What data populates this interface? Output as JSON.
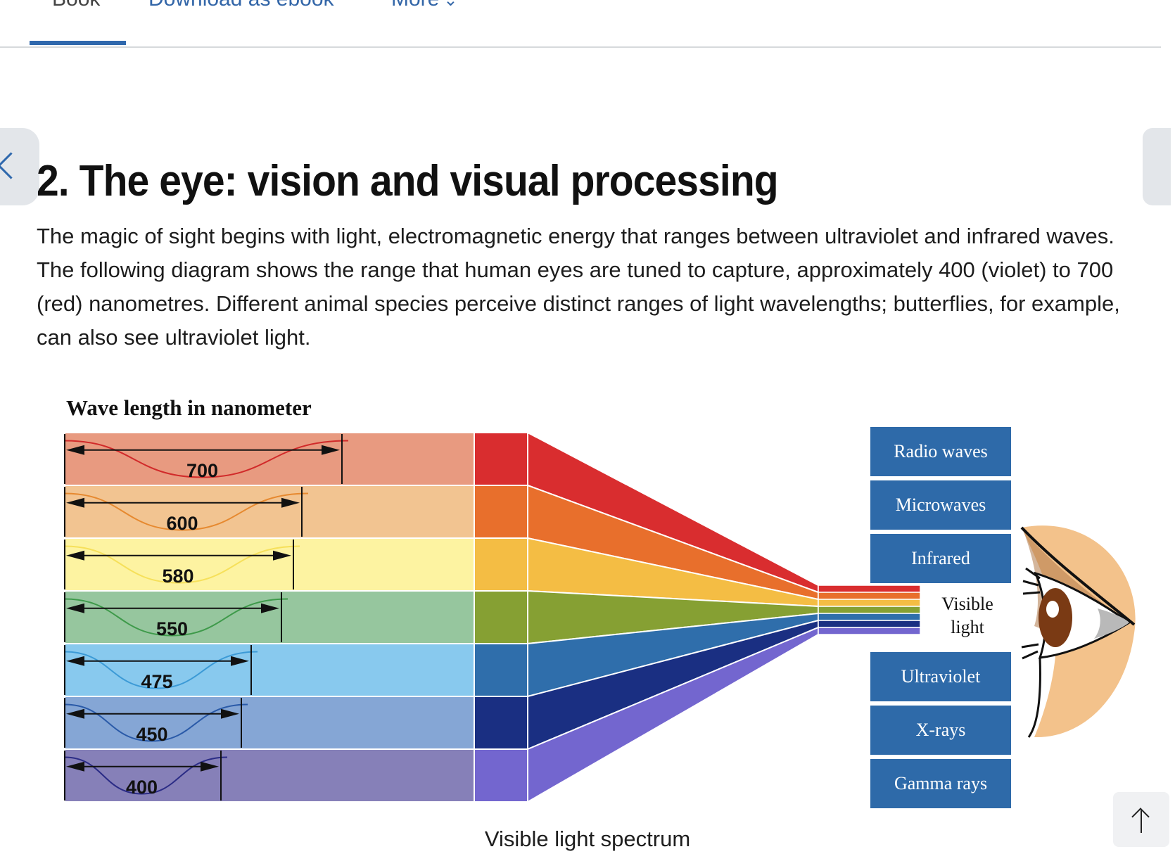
{
  "nav": {
    "items": [
      "Book",
      "Download as ebook",
      "More"
    ],
    "active_index": 0
  },
  "section": {
    "title": "2. The eye: vision and visual processing",
    "intro": "The magic of sight begins with light, electromagnetic energy that ranges between ultraviolet and infrared waves. The following diagram shows the range that human eyes are tuned to capture, approximately 400 (violet) to 700 (red) nanometres. Different animal species perceive distinct ranges of light wavelengths; butterflies, for example, can also see ultraviolet light."
  },
  "figure": {
    "heading": "Wave length in nanometer",
    "caption": "Visible light spectrum",
    "bands": [
      {
        "value": "700",
        "light": "#e89a80",
        "solid": "#d92d2f",
        "wave": "#d12a2a"
      },
      {
        "value": "600",
        "light": "#f2c491",
        "solid": "#e86f2c",
        "wave": "#e6892f"
      },
      {
        "value": "580",
        "light": "#fdf3a1",
        "solid": "#f4bd44",
        "wave": "#f6e05a"
      },
      {
        "value": "550",
        "light": "#96c69e",
        "solid": "#86a033",
        "wave": "#3e9a4a"
      },
      {
        "value": "475",
        "light": "#88c9ee",
        "solid": "#2f6eab",
        "wave": "#3c9ad6"
      },
      {
        "value": "450",
        "light": "#85a6d5",
        "solid": "#1a2f82",
        "wave": "#2a5aa8"
      },
      {
        "value": "400",
        "light": "#8680b8",
        "solid": "#7366cf",
        "wave": "#2b2c86"
      }
    ],
    "spectrum_boxes": [
      "Radio waves",
      "Microwaves",
      "Infrared",
      "Ultraviolet",
      "X-rays",
      "Gamma rays"
    ],
    "visible_label_line1": "Visible",
    "visible_label_line2": "light",
    "box_color": "#2e6aa9"
  }
}
